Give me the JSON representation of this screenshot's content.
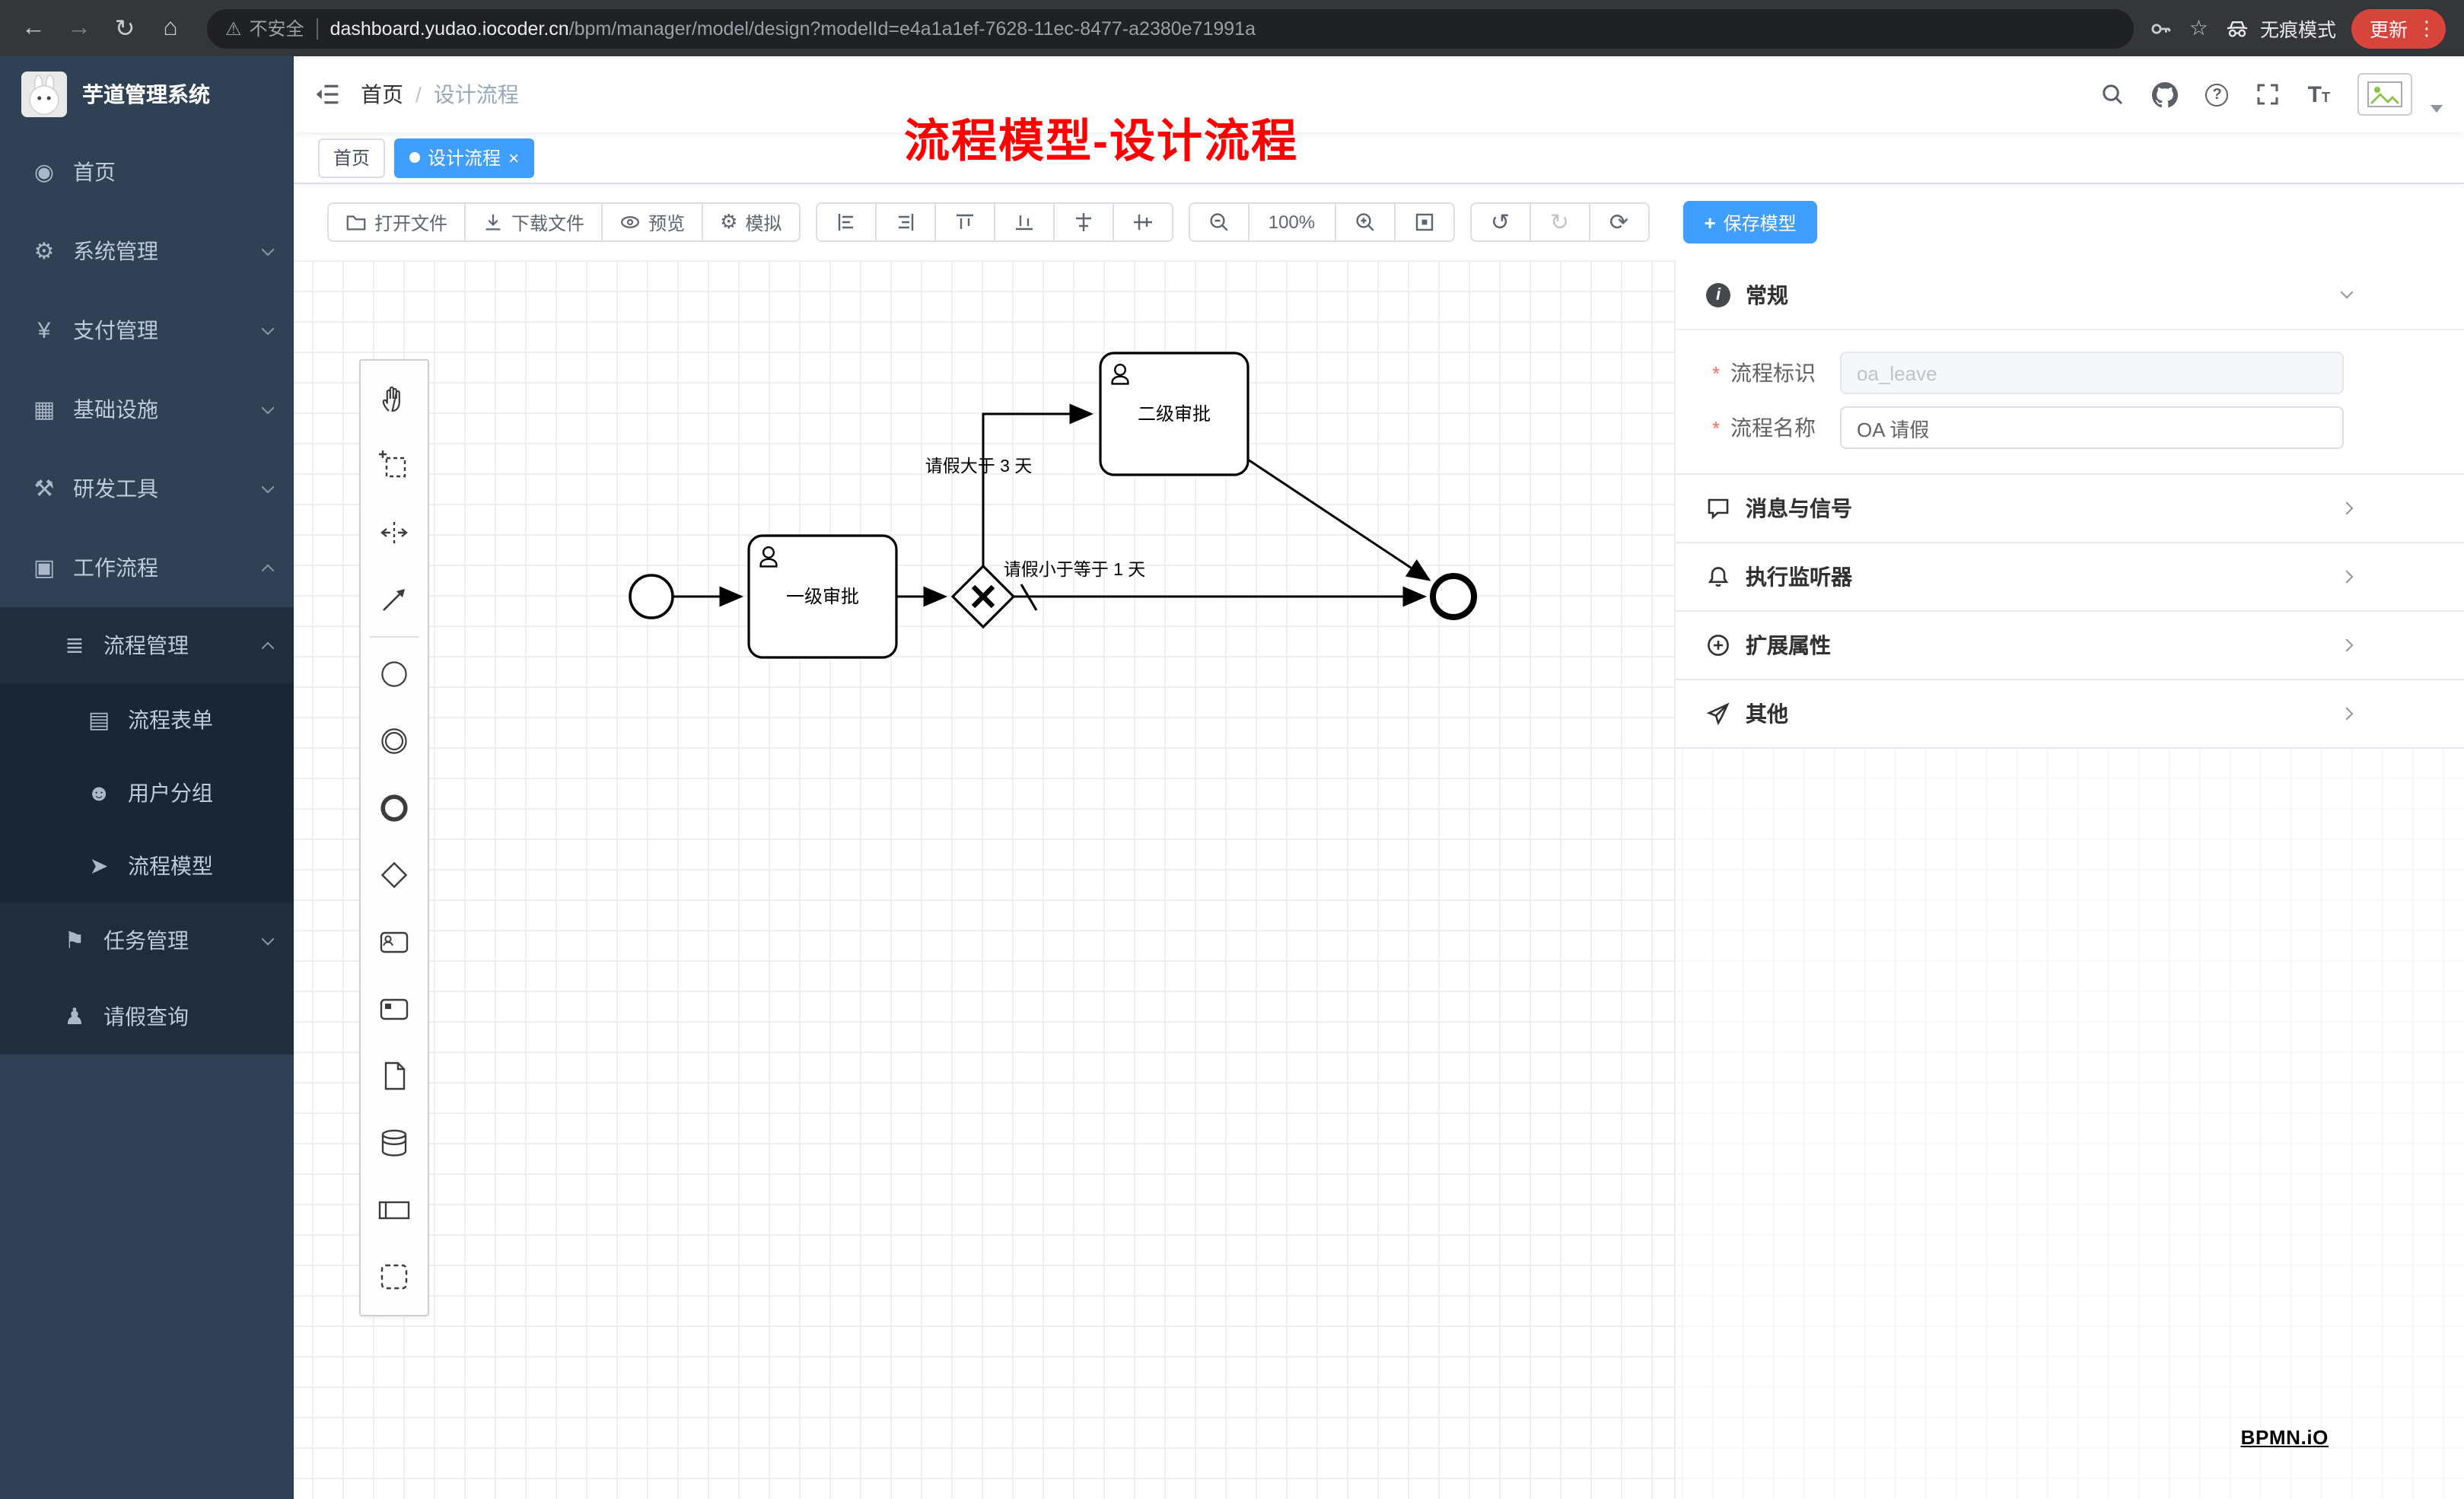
{
  "browser": {
    "security": "不安全",
    "url_domain": "dashboard.yudao.iocoder.cn",
    "url_path": "/bpm/manager/model/design?modelId=e4a1a1ef-7628-11ec-8477-a2380e71991a",
    "incognito": "无痕模式",
    "update": "更新"
  },
  "sidebar": {
    "logo_title": "芋道管理系统",
    "items": [
      {
        "label": "首页"
      },
      {
        "label": "系统管理"
      },
      {
        "label": "支付管理"
      },
      {
        "label": "基础设施"
      },
      {
        "label": "研发工具"
      },
      {
        "label": "工作流程"
      },
      {
        "label": "流程管理"
      },
      {
        "label": "流程表单"
      },
      {
        "label": "用户分组"
      },
      {
        "label": "流程模型"
      },
      {
        "label": "任务管理"
      },
      {
        "label": "请假查询"
      }
    ]
  },
  "header": {
    "breadcrumb_home": "首页",
    "breadcrumb_sep": "/",
    "breadcrumb_current": "设计流程",
    "annotation": "流程模型-设计流程"
  },
  "tabs": [
    {
      "label": "首页"
    },
    {
      "label": "设计流程"
    }
  ],
  "toolbar": {
    "open_file": "打开文件",
    "download_file": "下载文件",
    "preview": "预览",
    "simulate": "模拟",
    "zoom_level": "100%",
    "save_model": "保存模型"
  },
  "diagram": {
    "task1_label": "一级审批",
    "task2_label": "二级审批",
    "flow_gt_label": "请假大于 3 天",
    "flow_le_label": "请假小于等于 1 天",
    "watermark": "BPMN.iO"
  },
  "properties": {
    "general_title": "常规",
    "fields": [
      {
        "label": "流程标识",
        "value": "oa_leave"
      },
      {
        "label": "流程名称",
        "value": "OA 请假"
      }
    ],
    "sections": [
      {
        "label": "消息与信号"
      },
      {
        "label": "执行监听器"
      },
      {
        "label": "扩展属性"
      },
      {
        "label": "其他"
      }
    ]
  },
  "colors": {
    "accent": "#409eff",
    "annotation_red": "#ff0000",
    "sidebar_bg": "#304156",
    "submenu_bg": "#1f2d3d"
  }
}
